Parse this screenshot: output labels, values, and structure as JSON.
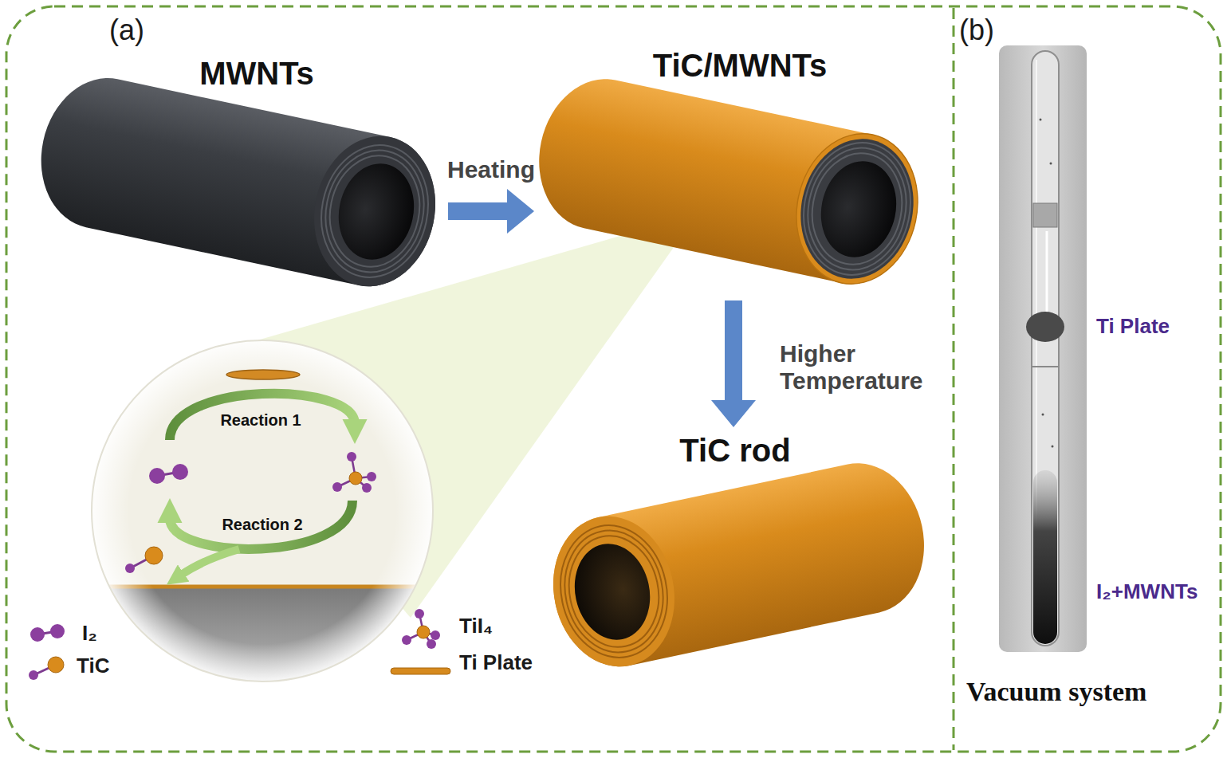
{
  "diagram": {
    "nodes": [
      {
        "text": [
          "MWNTs"
        ]
      },
      {
        "text": [
          "TiC/MWNTs"
        ]
      },
      {
        "text": [
          "TiC rod"
        ]
      },
      {
        "text": [
          "Reaction 1",
          "Reaction 2"
        ]
      }
    ],
    "edges": [
      {
        "from": 0,
        "to": 1,
        "arrow": "to",
        "label": "Heating"
      },
      {
        "from": 1,
        "to": 2,
        "arrow": "to",
        "label": "Higher Temperature"
      }
    ],
    "labels": [
      "(a)",
      "(b)",
      "Ti Plate",
      "I₂+MWNTs",
      "Vacuum system"
    ],
    "legend": [
      {
        "text": "I₂"
      },
      {
        "text": "TiC"
      },
      {
        "text": "TiI₄"
      },
      {
        "text": "Ti Plate"
      }
    ]
  }
}
